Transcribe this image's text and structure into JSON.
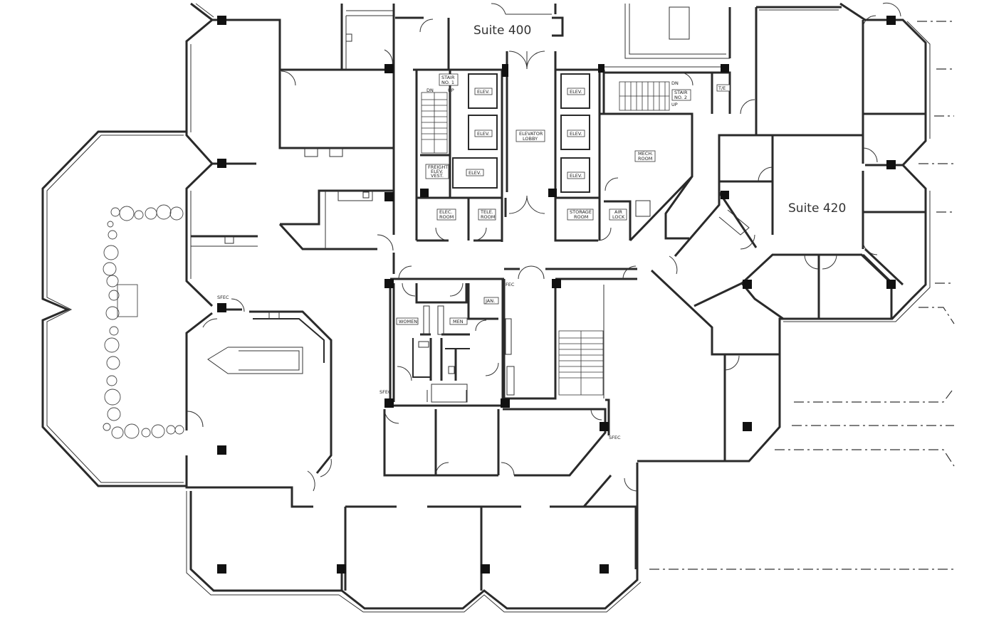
{
  "suites": {
    "suite_400": "Suite 400",
    "suite_420": "Suite 420"
  },
  "core_labels": {
    "stair_1_line1": "STAIR",
    "stair_1_line2": "NO. 1",
    "stair_2_line1": "STAIR",
    "stair_2_line2": "NO. 2",
    "dn": "DN",
    "up": "UP",
    "elev": "ELEV.",
    "elevator_lobby_line1": "ELEVATOR",
    "elevator_lobby_line2": "LOBBY",
    "freight_line1": "FREIGHT",
    "freight_line2": "ELEV.",
    "freight_line3": "VEST.",
    "elec_room_line1": "ELEC.",
    "elec_room_line2": "ROOM",
    "tele_room_line1": "TELE.",
    "tele_room_line2": "ROOM",
    "storage_room_line1": "STORAGE",
    "storage_room_line2": "ROOM",
    "air_lock_line1": "AIR",
    "air_lock_line2": "LOCK",
    "mech_room_line1": "MECH.",
    "mech_room_line2": "ROOM",
    "te": "T/E",
    "women": "WOMEN",
    "men": "MEN",
    "jan": "JAN.",
    "sfec": "SFEC",
    "fec": "FEC"
  }
}
